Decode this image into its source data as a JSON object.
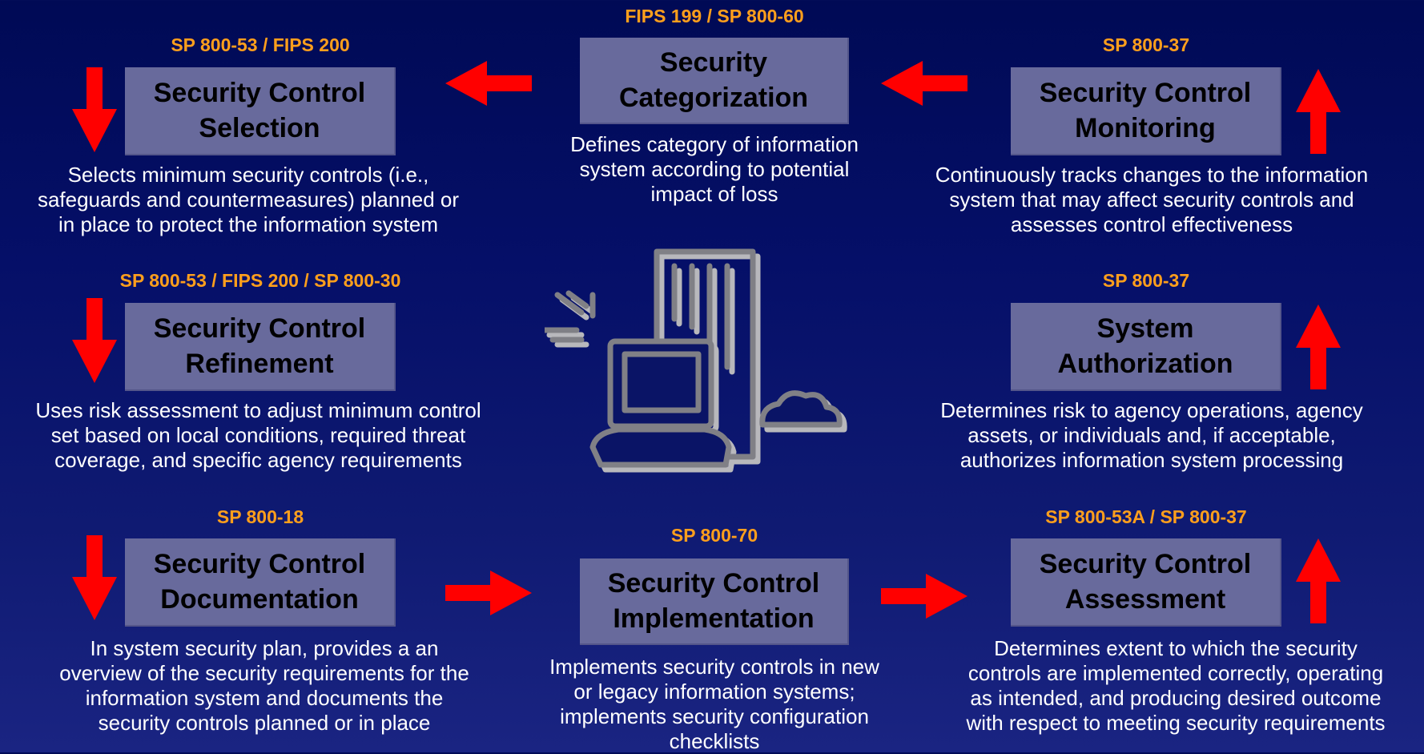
{
  "colors": {
    "background": "#050f68",
    "box_fill": "#686a9c",
    "reference_text": "#ff9f1c",
    "arrow": "#ff0000",
    "description_text": "#ffffff"
  },
  "steps": {
    "categorization": {
      "reference": "FIPS 199 / SP 800-60",
      "title": "Security\nCategorization",
      "description": "Defines category of information\nsystem according to potential\nimpact of loss"
    },
    "selection": {
      "reference": "SP 800-53 / FIPS 200",
      "title": "Security Control\nSelection",
      "description": "Selects minimum security controls (i.e.,\nsafeguards and countermeasures) planned or\nin place to protect the information system"
    },
    "refinement": {
      "reference": "SP 800-53 / FIPS 200 / SP 800-30",
      "title": "Security Control\nRefinement",
      "description": "Uses risk assessment to adjust minimum control\nset based on local conditions, required threat\ncoverage, and specific agency requirements"
    },
    "documentation": {
      "reference": "SP 800-18",
      "title": "Security Control\nDocumentation",
      "description": "In system security plan, provides a an\noverview of the security requirements for the\ninformation system and documents the\nsecurity controls planned or in place"
    },
    "implementation": {
      "reference": "SP 800-70",
      "title": "Security Control\nImplementation",
      "description": "Implements security controls in new\nor legacy information systems;\nimplements security configuration\nchecklists"
    },
    "assessment": {
      "reference": "SP 800-53A / SP 800-37",
      "title": "Security Control\nAssessment",
      "description": "Determines extent to which the security\ncontrols are implemented correctly, operating\nas intended, and producing desired outcome\nwith respect to meeting security requirements"
    },
    "authorization": {
      "reference": "SP 800-37",
      "title": "System\nAuthorization",
      "description": "Determines risk to agency operations, agency\nassets, or individuals and, if acceptable,\nauthorizes information system processing"
    },
    "monitoring": {
      "reference": "SP 800-37",
      "title": "Security Control\nMonitoring",
      "description": "Continuously tracks changes to the information\nsystem that may affect security controls and\nassesses control effectiveness"
    }
  },
  "icons": {
    "center_illustration": "computer-server-cloud-icon",
    "flow_arrow": "arrow-icon"
  }
}
